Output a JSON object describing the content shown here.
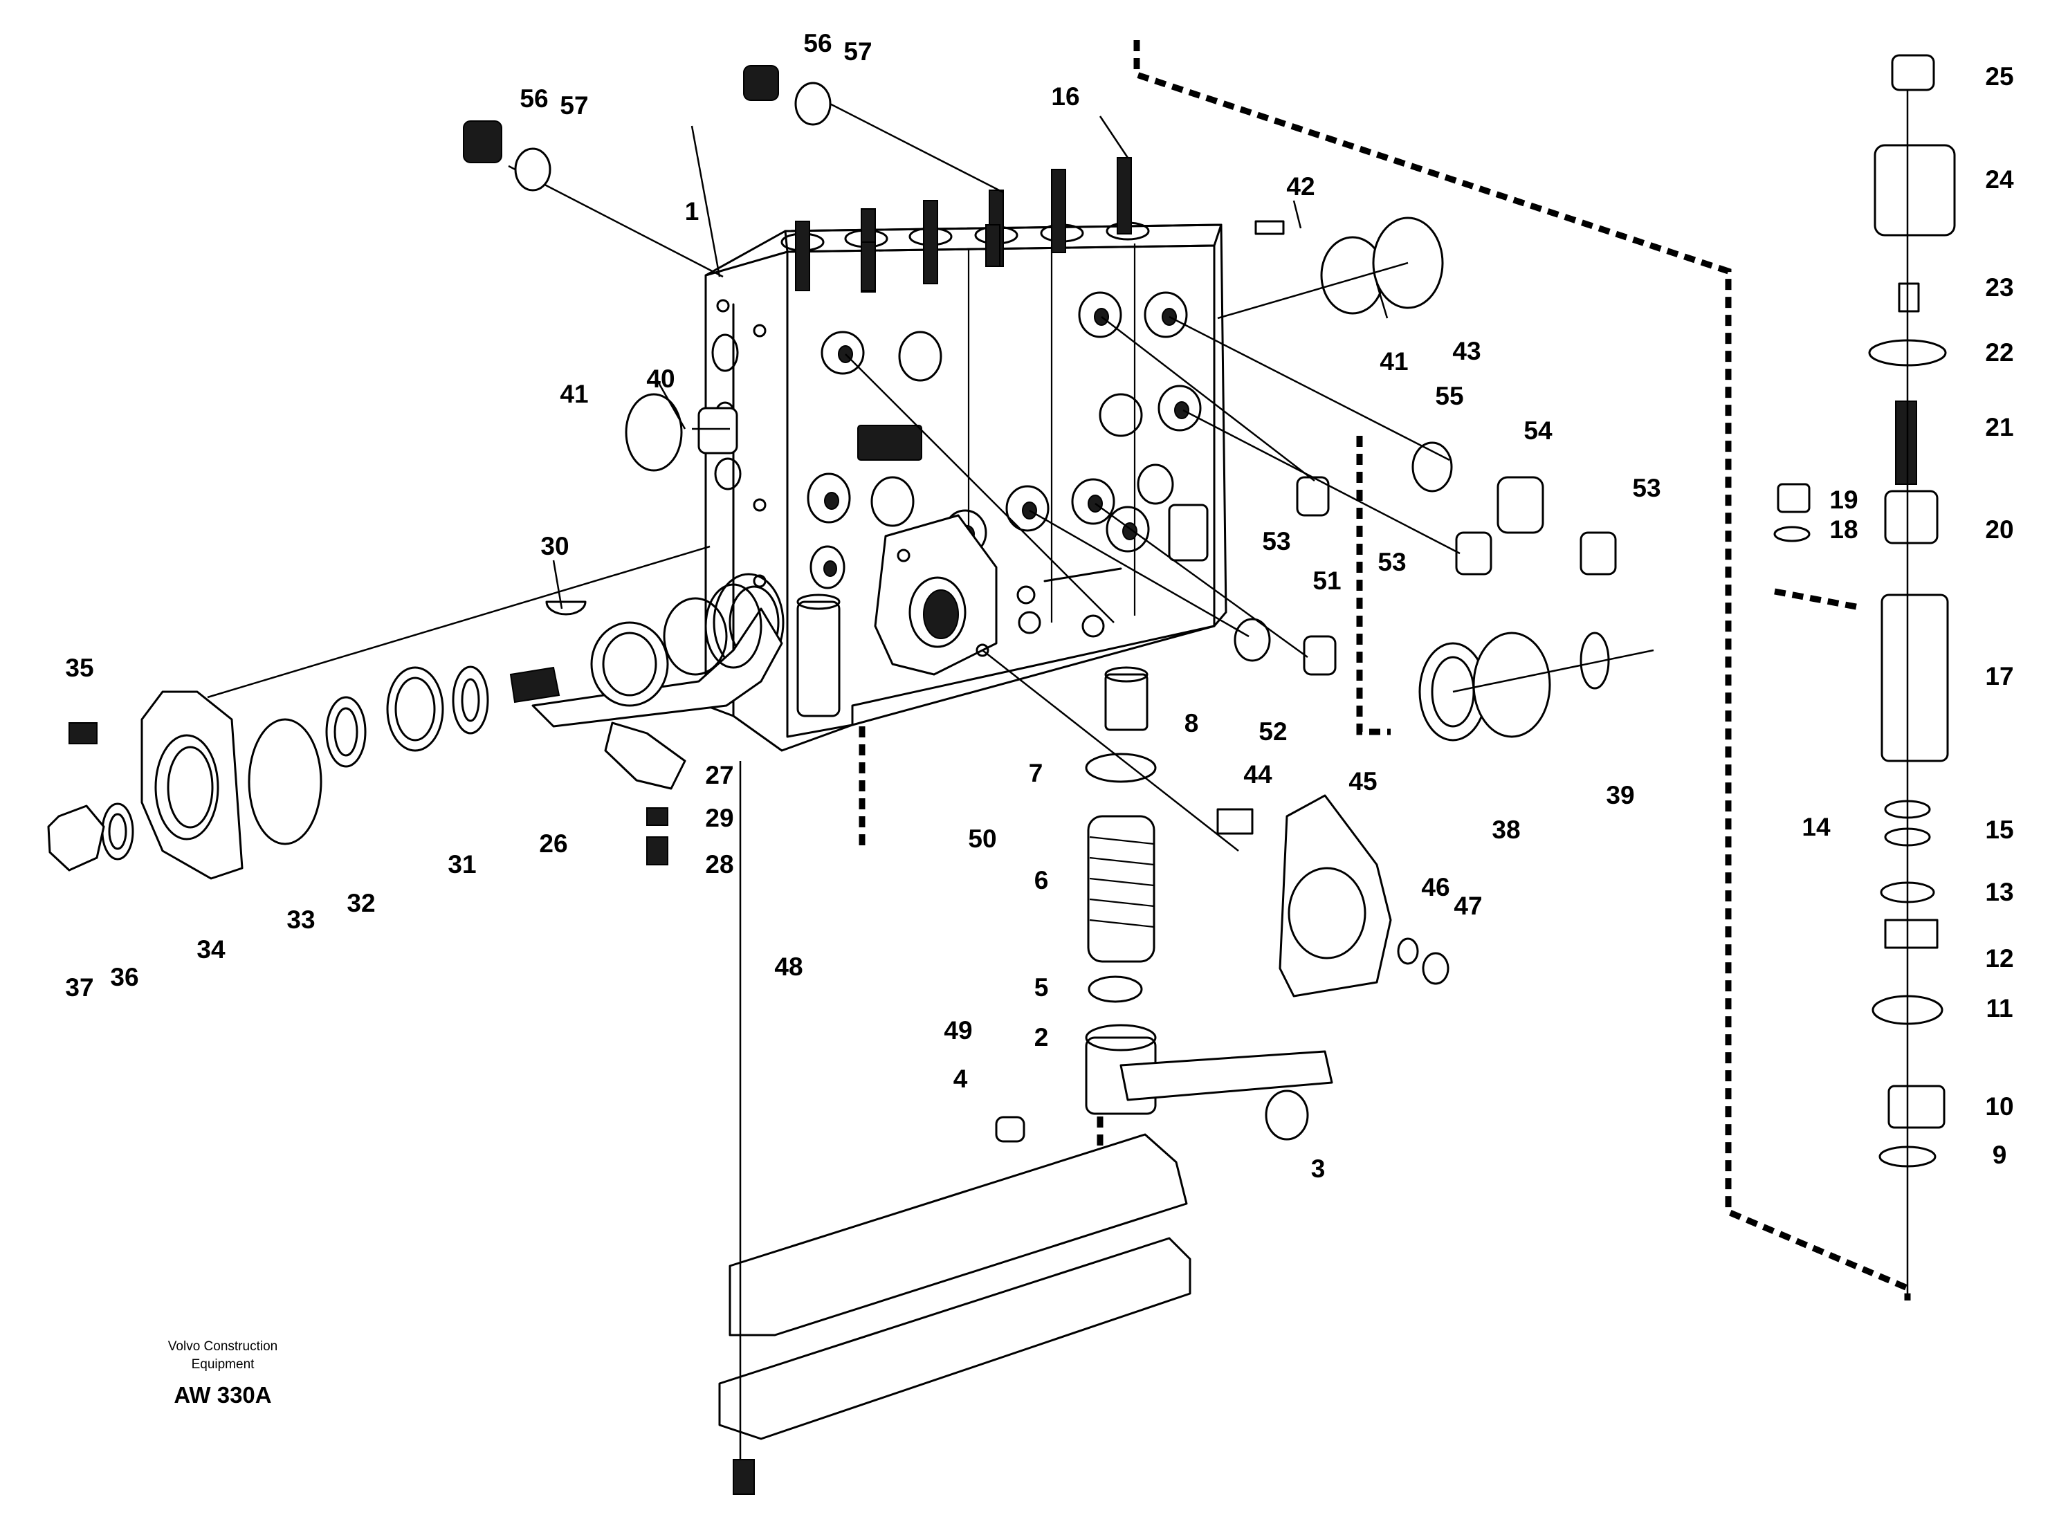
{
  "credit": {
    "line1": "Volvo Construction",
    "line2": "Equipment",
    "code": "AW 330A"
  },
  "callouts": [
    {
      "id": "c1",
      "text": "1"
    },
    {
      "id": "c2",
      "text": "2"
    },
    {
      "id": "c3",
      "text": "3"
    },
    {
      "id": "c4",
      "text": "4"
    },
    {
      "id": "c5",
      "text": "5"
    },
    {
      "id": "c6",
      "text": "6"
    },
    {
      "id": "c7",
      "text": "7"
    },
    {
      "id": "c8",
      "text": "8"
    },
    {
      "id": "c9",
      "text": "9"
    },
    {
      "id": "c10",
      "text": "10"
    },
    {
      "id": "c11",
      "text": "11"
    },
    {
      "id": "c12",
      "text": "12"
    },
    {
      "id": "c13",
      "text": "13"
    },
    {
      "id": "c14",
      "text": "14"
    },
    {
      "id": "c15",
      "text": "15"
    },
    {
      "id": "c16",
      "text": "16"
    },
    {
      "id": "c17",
      "text": "17"
    },
    {
      "id": "c18",
      "text": "18"
    },
    {
      "id": "c19",
      "text": "19"
    },
    {
      "id": "c20",
      "text": "20"
    },
    {
      "id": "c21",
      "text": "21"
    },
    {
      "id": "c22",
      "text": "22"
    },
    {
      "id": "c23",
      "text": "23"
    },
    {
      "id": "c24",
      "text": "24"
    },
    {
      "id": "c25",
      "text": "25"
    },
    {
      "id": "c26",
      "text": "26"
    },
    {
      "id": "c27",
      "text": "27"
    },
    {
      "id": "c28",
      "text": "28"
    },
    {
      "id": "c29",
      "text": "29"
    },
    {
      "id": "c30",
      "text": "30"
    },
    {
      "id": "c31",
      "text": "31"
    },
    {
      "id": "c32",
      "text": "32"
    },
    {
      "id": "c33",
      "text": "33"
    },
    {
      "id": "c34",
      "text": "34"
    },
    {
      "id": "c35",
      "text": "35"
    },
    {
      "id": "c36",
      "text": "36"
    },
    {
      "id": "c37",
      "text": "37"
    },
    {
      "id": "c38",
      "text": "38"
    },
    {
      "id": "c39",
      "text": "39"
    },
    {
      "id": "c40",
      "text": "40"
    },
    {
      "id": "c41a",
      "text": "41"
    },
    {
      "id": "c41b",
      "text": "41"
    },
    {
      "id": "c42",
      "text": "42"
    },
    {
      "id": "c43",
      "text": "43"
    },
    {
      "id": "c44",
      "text": "44"
    },
    {
      "id": "c45",
      "text": "45"
    },
    {
      "id": "c46",
      "text": "46"
    },
    {
      "id": "c47",
      "text": "47"
    },
    {
      "id": "c48",
      "text": "48"
    },
    {
      "id": "c49",
      "text": "49"
    },
    {
      "id": "c50",
      "text": "50"
    },
    {
      "id": "c51",
      "text": "51"
    },
    {
      "id": "c52",
      "text": "52"
    },
    {
      "id": "c53a",
      "text": "53"
    },
    {
      "id": "c53b",
      "text": "53"
    },
    {
      "id": "c53c",
      "text": "53"
    },
    {
      "id": "c54",
      "text": "54"
    },
    {
      "id": "c55",
      "text": "55"
    },
    {
      "id": "c56a",
      "text": "56"
    },
    {
      "id": "c57a",
      "text": "57"
    },
    {
      "id": "c56b",
      "text": "56"
    },
    {
      "id": "c57b",
      "text": "57"
    }
  ]
}
